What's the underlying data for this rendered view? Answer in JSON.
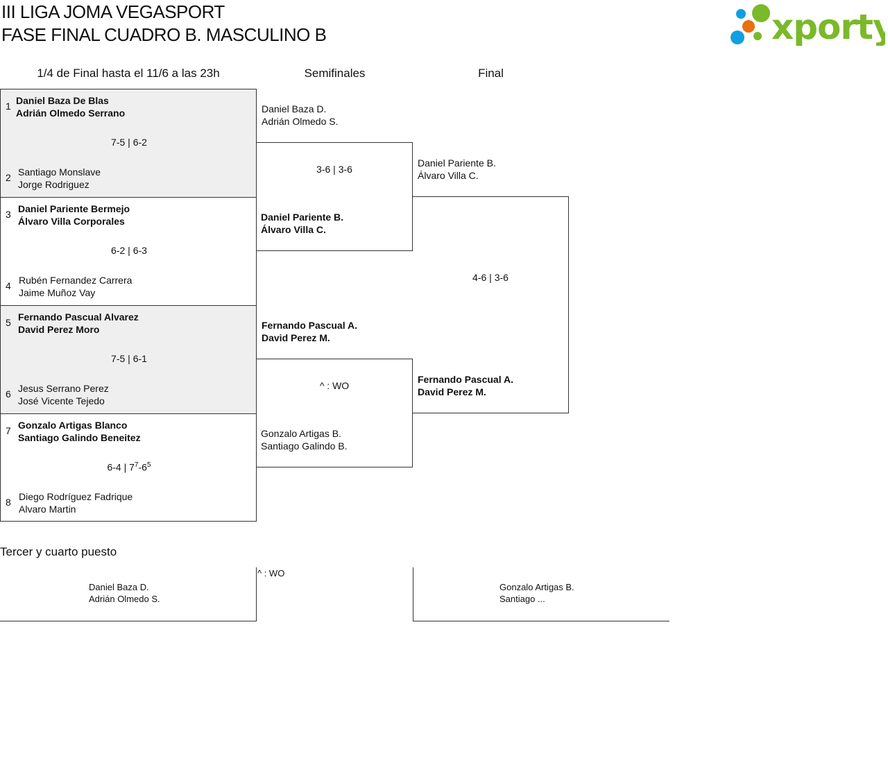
{
  "title": {
    "line1": "III LIGA JOMA VEGASPORT",
    "line2": "FASE FINAL CUADRO B. MASCULINO B"
  },
  "logo": {
    "text": "xporty",
    "colors": {
      "green": "#7ab929",
      "blue": "#119fe3",
      "orange": "#e8700f"
    }
  },
  "rounds": {
    "qf": "1/4 de Final hasta el 11/6 a las 23h",
    "sf": "Semifinales",
    "final": "Final"
  },
  "qf": [
    {
      "seed_a": "1",
      "a1": "Daniel Baza De Blas",
      "a2": "Adrián Olmedo Serrano",
      "score": "7-5 | 6-2",
      "seed_b": "2",
      "b1": "Santiago Monslave",
      "b2": "Jorge Rodriguez"
    },
    {
      "seed_a": "3",
      "a1": "Daniel Pariente Bermejo",
      "a2": "Álvaro Villa Corporales",
      "score": "6-2 | 6-3",
      "seed_b": "4",
      "b1": "Rubén Fernandez Carrera",
      "b2": "Jaime Muñoz Vay"
    },
    {
      "seed_a": "5",
      "a1": "Fernando Pascual Alvarez",
      "a2": "David Perez Moro",
      "score": "7-5 | 6-1",
      "seed_b": "6",
      "b1": "Jesus Serrano Perez",
      "b2": "José Vicente Tejedo"
    },
    {
      "seed_a": "7",
      "a1": "Gonzalo Artigas Blanco",
      "a2": "Santiago Galindo Beneitez",
      "score_main": "6-4 | 7",
      "score_sup1": "7",
      "score_mid": "-6",
      "score_sup2": "5",
      "seed_b": "8",
      "b1": "Diego Rodríguez Fadrique",
      "b2": "Alvaro Martin"
    }
  ],
  "sf": [
    {
      "a1": "Daniel Baza D.",
      "a2": "Adrián Olmedo S.",
      "score": "3-6 | 3-6",
      "b1": "Daniel Pariente B.",
      "b2": "Álvaro Villa C."
    },
    {
      "a1": "Fernando Pascual A.",
      "a2": "David Perez M.",
      "score": "^ : WO",
      "b1": "Gonzalo Artigas B.",
      "b2": "Santiago Galindo B."
    }
  ],
  "final": {
    "a1": "Daniel Pariente B.",
    "a2": "Álvaro Villa C.",
    "score": "4-6 | 3-6",
    "b1": "Fernando Pascual A.",
    "b2": "David Perez M."
  },
  "third": {
    "title": "Tercer y cuarto puesto",
    "a1": "Daniel Baza D.",
    "a2": "Adrián Olmedo S.",
    "score": "^ : WO",
    "b1": "Gonzalo Artigas B.",
    "b2": "Santiago ..."
  }
}
